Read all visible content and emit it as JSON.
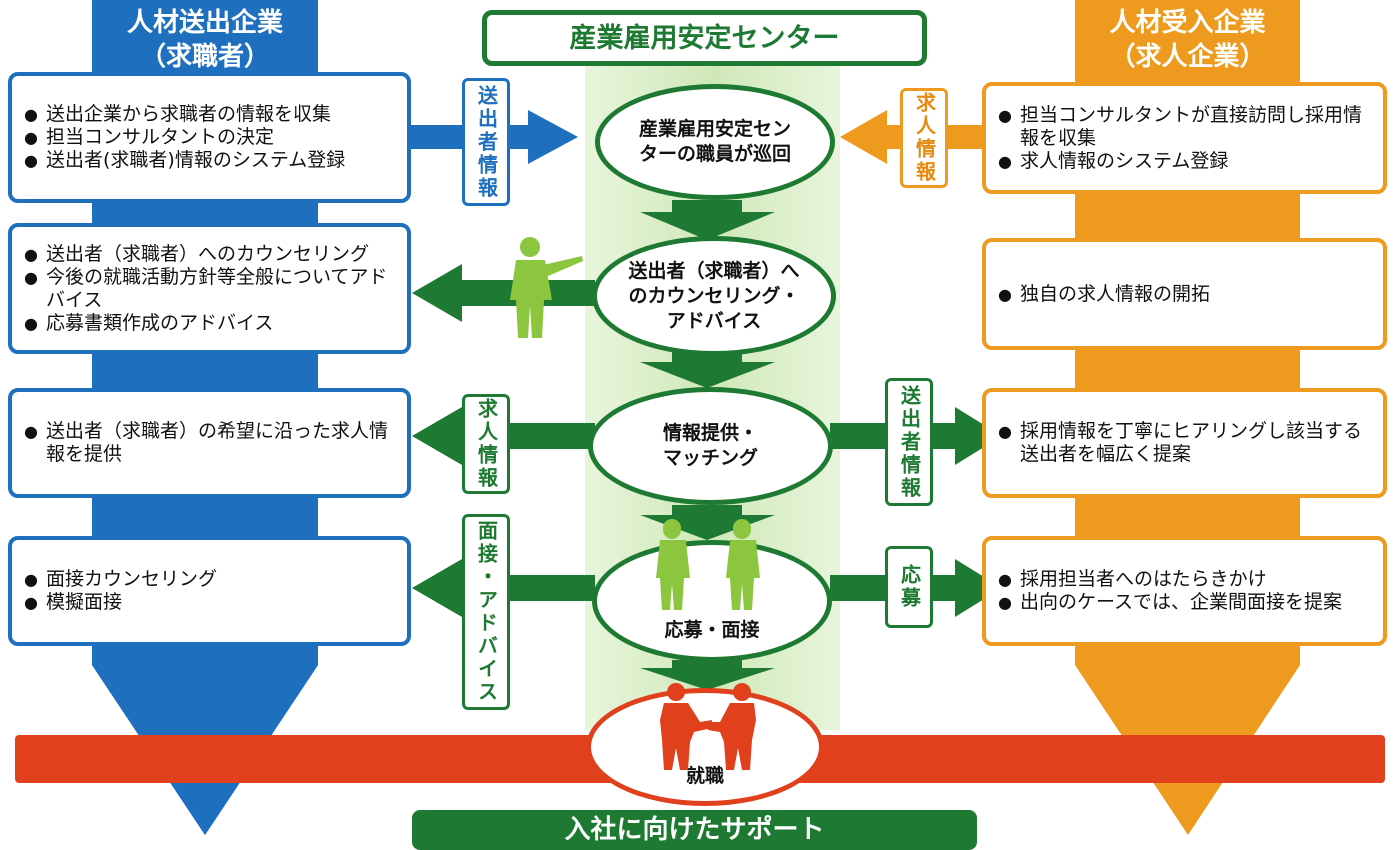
{
  "left_header": {
    "line1": "人材送出企業",
    "line2": "（求職者）"
  },
  "right_header": {
    "line1": "人材受入企業",
    "line2": "（求人企業）"
  },
  "center_title": "産業雇用安定センター",
  "bottom_label": "入社に向けたサポート",
  "left_boxes": [
    {
      "items": [
        "送出企業から求職者の情報を収集",
        "担当コンサルタントの決定",
        "送出者(求職者)情報のシステム登録"
      ]
    },
    {
      "items": [
        "送出者（求職者）へのカウンセリング",
        "今後の就職活動方針等全般についてアドバイス",
        "応募書類作成のアドバイス"
      ]
    },
    {
      "items": [
        "送出者（求職者）の希望に沿った求人情報を提供"
      ]
    },
    {
      "items": [
        "面接カウンセリング",
        "模擬面接"
      ]
    }
  ],
  "right_boxes": [
    {
      "items": [
        "担当コンサルタントが直接訪問し採用情報を収集",
        "求人情報のシステム登録"
      ]
    },
    {
      "items": [
        "独自の求人情報の開拓"
      ]
    },
    {
      "items": [
        "採用情報を丁寧にヒアリングし該当する送出者を幅広く提案"
      ]
    },
    {
      "items": [
        "採用担当者へのはたらきかけ",
        "出向のケースでは、企業間面接を提案"
      ]
    }
  ],
  "labels": {
    "sender_info_top": "送出者情報",
    "job_info_top": "求人情報",
    "job_info_mid": "求人情報",
    "sender_info_mid": "送出者情報",
    "interview_advice": "面接・アドバイス",
    "application": "応募"
  },
  "ovals": {
    "patrol": "産業雇用安定センターの職員が巡回",
    "counseling": "送出者（求職者）へのカウンセリング・アドバイス",
    "matching": "情報提供・マッチング",
    "interview": "応募・面接",
    "employment": "就職"
  },
  "colors": {
    "blue": "#1f6fbf",
    "orange": "#ee9a1e",
    "green": "#1e7a32",
    "lightgreen": "#dcefc8",
    "red": "#e0401c"
  }
}
